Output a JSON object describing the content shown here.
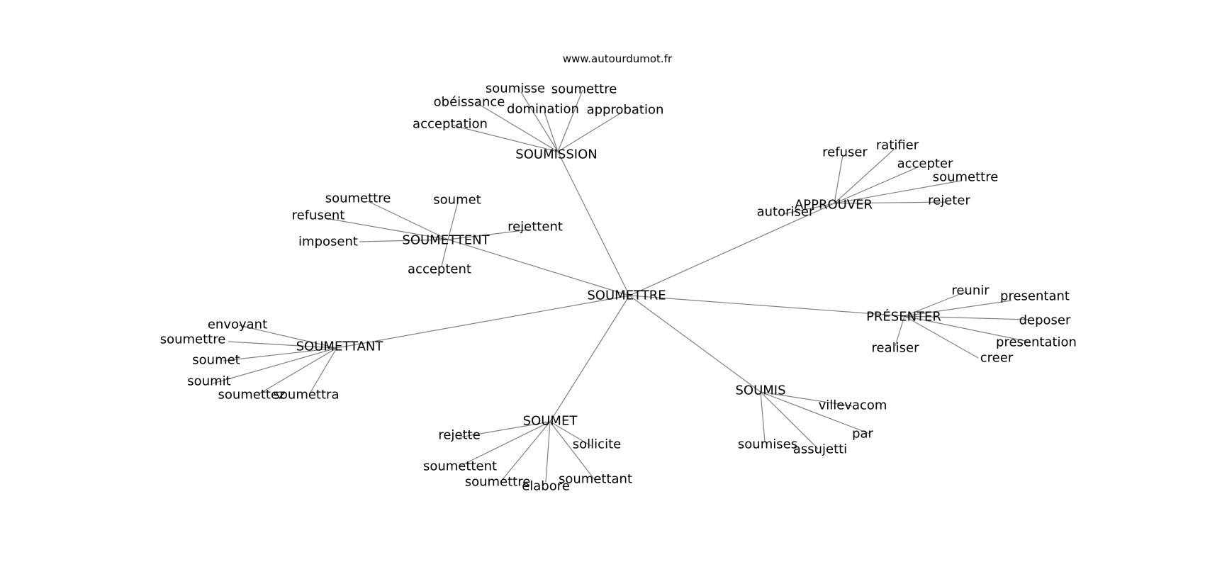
{
  "source": "www.autourdumot.fr",
  "center": "SOUMETTRE",
  "hubs": [
    {
      "label": "SOUMISSION",
      "children": [
        "soumisse",
        "soumettre",
        "obéissance",
        "domination",
        "approbation",
        "acceptation"
      ]
    },
    {
      "label": "APPROUVER",
      "children": [
        "refuser",
        "ratifier",
        "accepter",
        "soumettre",
        "autoriser",
        "rejeter"
      ]
    },
    {
      "label": "SOUMETTENT",
      "children": [
        "soumettre",
        "soumet",
        "refusent",
        "rejettent",
        "imposent",
        "acceptent"
      ]
    },
    {
      "label": "PRÉSENTER",
      "children": [
        "reunir",
        "presentant",
        "deposer",
        "presentation",
        "realiser",
        "creer"
      ]
    },
    {
      "label": "SOUMETTANT",
      "children": [
        "envoyant",
        "soumettre",
        "soumet",
        "soumit",
        "soumettez",
        "soumettra"
      ]
    },
    {
      "label": "SOUMIS",
      "children": [
        "villevacom",
        "par",
        "soumises",
        "assujetti"
      ]
    },
    {
      "label": "SOUMET",
      "children": [
        "rejette",
        "sollicite",
        "soumettent",
        "soumettre",
        "elabore",
        "soumettant"
      ]
    }
  ]
}
